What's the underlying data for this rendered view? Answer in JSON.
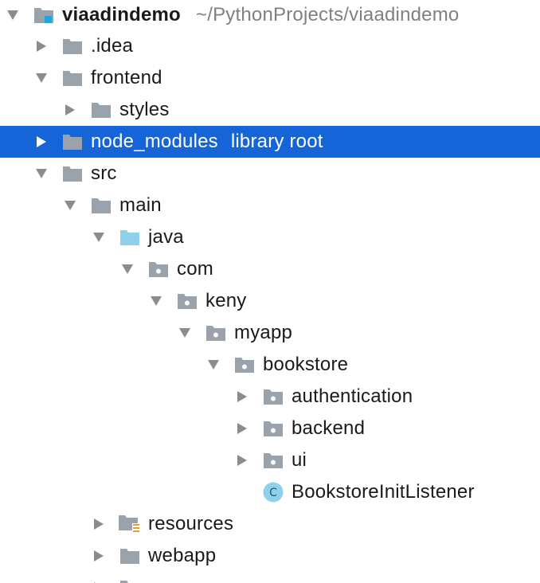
{
  "colors": {
    "selection": "#1565d8",
    "folder": "#9aa3ab",
    "source_folder": "#8fd0ea",
    "arrow": "#8c8c8c",
    "class_icon": "#8fd0ea",
    "resources_mark": "#d9a33a",
    "module_mark": "#26a3d9"
  },
  "project": {
    "name": "viaadindemo",
    "path": "~/PythonProjects/viaadindemo",
    "icon": "module-folder-icon"
  },
  "tree": [
    {
      "key": "idea",
      "label": ".idea",
      "icon": "folder-icon",
      "arrow": "right"
    },
    {
      "key": "frontend",
      "label": "frontend",
      "icon": "folder-icon",
      "arrow": "down"
    },
    {
      "key": "styles",
      "label": "styles",
      "icon": "folder-icon",
      "arrow": "right"
    },
    {
      "key": "node-modules",
      "label": "node_modules",
      "hint": "library root",
      "icon": "folder-icon",
      "arrow": "right",
      "selected": true
    },
    {
      "key": "src",
      "label": "src",
      "icon": "folder-icon",
      "arrow": "down"
    },
    {
      "key": "main",
      "label": "main",
      "icon": "folder-icon",
      "arrow": "down"
    },
    {
      "key": "java",
      "label": "java",
      "icon": "source-folder-icon",
      "arrow": "down"
    },
    {
      "key": "com",
      "label": "com",
      "icon": "package-icon",
      "arrow": "down"
    },
    {
      "key": "keny",
      "label": "keny",
      "icon": "package-icon",
      "arrow": "down"
    },
    {
      "key": "myapp",
      "label": "myapp",
      "icon": "package-icon",
      "arrow": "down"
    },
    {
      "key": "bookstore",
      "label": "bookstore",
      "icon": "package-icon",
      "arrow": "down"
    },
    {
      "key": "authentication",
      "label": "authentication",
      "icon": "package-icon",
      "arrow": "right"
    },
    {
      "key": "backend",
      "label": "backend",
      "icon": "package-icon",
      "arrow": "right"
    },
    {
      "key": "ui",
      "label": "ui",
      "icon": "package-icon",
      "arrow": "right"
    },
    {
      "key": "bookstore-init-listener",
      "label": "BookstoreInitListener",
      "icon": "class-icon",
      "arrow": "none",
      "icon_letter": "C"
    },
    {
      "key": "resources",
      "label": "resources",
      "icon": "resources-folder-icon",
      "arrow": "right"
    },
    {
      "key": "webapp",
      "label": "webapp",
      "icon": "folder-icon",
      "arrow": "right"
    },
    {
      "key": "partial",
      "label": "",
      "icon": "folder-icon",
      "arrow": "right"
    }
  ]
}
